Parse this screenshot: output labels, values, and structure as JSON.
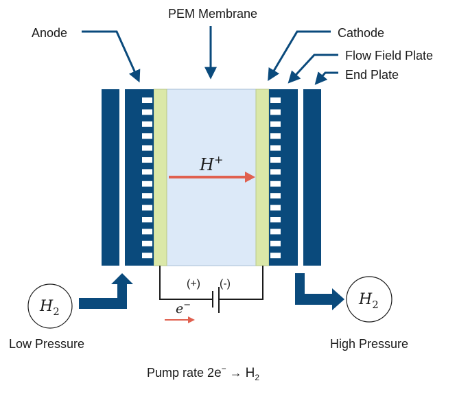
{
  "labels": {
    "pem_membrane": "PEM Membrane",
    "anode": "Anode",
    "cathode": "Cathode",
    "flow_field_plate": "Flow Field Plate",
    "end_plate": "End Plate",
    "low_pressure": "Low Pressure",
    "high_pressure": "High Pressure",
    "pump_rate_prefix": "Pump rate 2",
    "pump_rate_e": "e",
    "pump_rate_sup": "−",
    "pump_rate_arrow": " → ",
    "pump_rate_h": "H",
    "pump_rate_sub": "2"
  },
  "symbols": {
    "proton": "H",
    "proton_sup": "+",
    "h2_left": "H",
    "h2_left_sub": "2",
    "h2_right": "H",
    "h2_right_sub": "2",
    "electron": "e",
    "electron_sup": "−",
    "plus_sign": "(+)",
    "minus_sign": "(-)"
  },
  "colors": {
    "plate_blue": "#0a4a7c",
    "membrane_fill": "#dce9f8",
    "electrode_fill": "#dbe8a8",
    "arrow_red": "#e0604f",
    "line_dark": "#1a1a1a"
  }
}
